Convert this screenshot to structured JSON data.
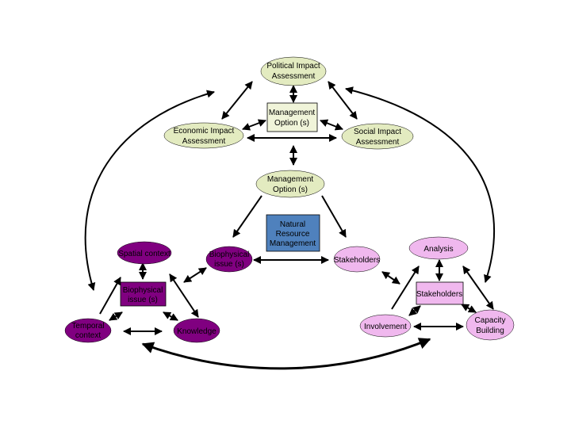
{
  "colors": {
    "olive_node": "#e3ebc0",
    "olive_box": "#f0f4d9",
    "purple": "#800080",
    "pink": "#f0b8ee",
    "blue": "#4f81bd",
    "edge": "#000000"
  },
  "nodes": {
    "political": [
      "Political Impact",
      "Assessment"
    ],
    "management_top": [
      "Management",
      "Option (s)"
    ],
    "economic": [
      "Economic Impact",
      "Assessment"
    ],
    "social": [
      "Social Impact",
      "Assessment"
    ],
    "management_mid": [
      "Management",
      "Option (s)"
    ],
    "nrm": [
      "Natural",
      "Resource",
      "Management"
    ],
    "biophysical_center": [
      "Biophysical",
      "issue (s)"
    ],
    "stakeholders_center": [
      "Stakeholders"
    ],
    "spatial": [
      "Spatial context"
    ],
    "biophysical_left": [
      "Biophysical",
      "issue (s)"
    ],
    "temporal": [
      "Temporal",
      "context"
    ],
    "knowledge": [
      "Knowledge"
    ],
    "analysis": [
      "Analysis"
    ],
    "stakeholders_right": [
      "Stakeholders"
    ],
    "involvement": [
      "Involvement"
    ],
    "capacity": [
      "Capacity",
      "Building"
    ]
  }
}
